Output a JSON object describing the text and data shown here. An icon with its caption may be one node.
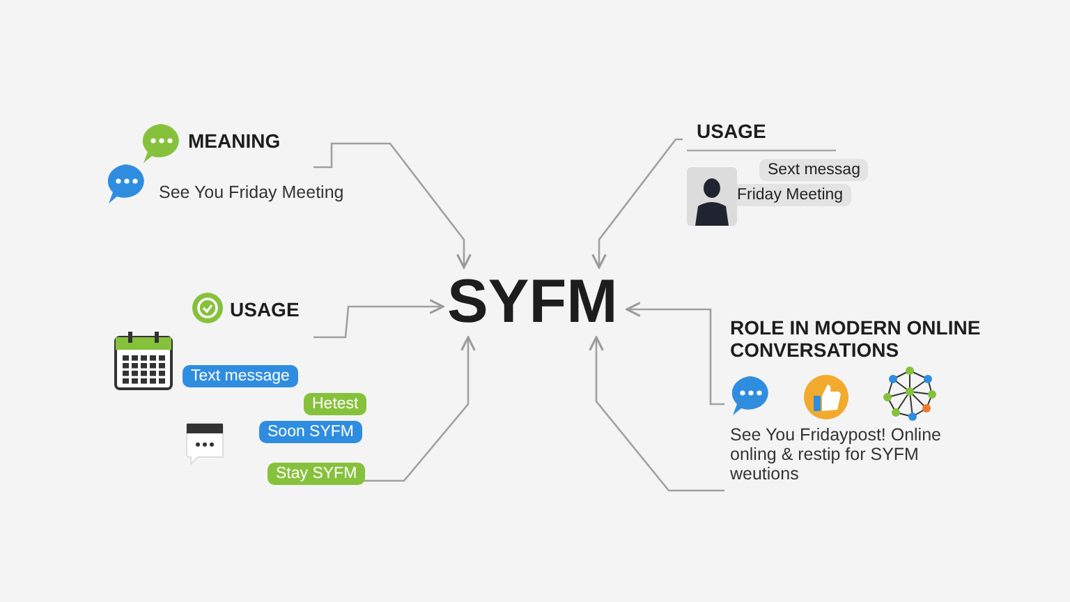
{
  "diagram": {
    "nodes": [
      {
        "text": [
          "SYFM"
        ]
      },
      {
        "text": [
          "MEANING",
          "See You Friday Meeting"
        ]
      },
      {
        "text": [
          "USAGE",
          "Sext messag",
          "Friday Meeting"
        ]
      },
      {
        "text": [
          "USAGE"
        ]
      },
      {
        "text": [
          "Stay SYFM"
        ]
      },
      {
        "text": [
          "ROLE IN MODERN ONLINE CONVERSATIONS",
          "See You Fridaypost! Online onling & restip for SYFM weutions"
        ]
      }
    ],
    "edges": [
      {
        "from": 1,
        "to": 0,
        "arrow": "to"
      },
      {
        "from": 2,
        "to": 0,
        "arrow": "to"
      },
      {
        "from": 3,
        "to": 0,
        "arrow": "to"
      },
      {
        "from": 4,
        "to": 0,
        "arrow": "to"
      },
      {
        "from": 5,
        "to": 0,
        "arrow": "to"
      },
      {
        "from": 5,
        "to": 0,
        "arrow": "to"
      }
    ],
    "labels": [
      "Text message",
      "Hetest",
      "Soon SYFM"
    ]
  }
}
